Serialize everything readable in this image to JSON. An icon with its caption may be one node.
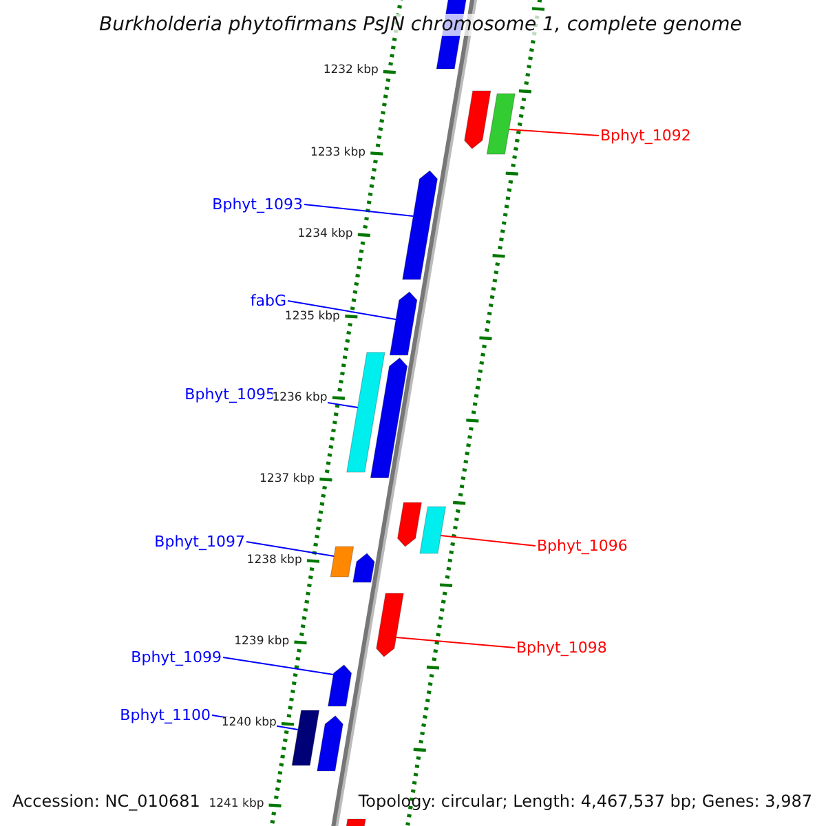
{
  "diagram": {
    "title": "Burkholderia phytofirmans PsJN chromosome 1, complete genome",
    "nodes": [
      {
        "text": [
          "Bphyt_1092"
        ]
      },
      {
        "text": [],
        "shape": "bar"
      },
      {
        "text": [
          "Bphyt_1093"
        ]
      },
      {
        "text": [],
        "shape": "bar"
      },
      {
        "text": [
          "fabG"
        ]
      },
      {
        "text": [],
        "shape": "bar"
      },
      {
        "text": [
          "Bphyt_1095"
        ]
      },
      {
        "text": [],
        "shape": "bar"
      },
      {
        "text": [
          "Bphyt_1097"
        ]
      },
      {
        "text": [],
        "shape": "bar"
      },
      {
        "text": [
          "Bphyt_1096"
        ]
      },
      {
        "text": [],
        "shape": "bar"
      },
      {
        "text": [
          "Bphyt_1098"
        ]
      },
      {
        "text": [],
        "shape": "bar"
      },
      {
        "text": [
          "Bphyt_1099"
        ]
      },
      {
        "text": [],
        "shape": "bar"
      },
      {
        "text": [
          "Bphyt_1100"
        ]
      },
      {
        "text": [],
        "shape": "bar"
      },
      {
        "text": [],
        "shape": "bar"
      },
      {
        "text": [],
        "shape": "bar"
      },
      {
        "text": [],
        "shape": "bar"
      },
      {
        "text": [],
        "shape": "bar"
      },
      {
        "text": [],
        "shape": "bar"
      },
      {
        "text": [],
        "shape": "bar"
      },
      {
        "text": [],
        "shape": "bar"
      }
    ],
    "edges": [
      {
        "from": 0,
        "to": 1,
        "arrow": "none",
        "color": "#ff0000"
      },
      {
        "from": 2,
        "to": 3,
        "arrow": "none"
      },
      {
        "from": 4,
        "to": 5,
        "arrow": "none"
      },
      {
        "from": 6,
        "to": 7,
        "arrow": "none"
      },
      {
        "from": 8,
        "to": 9,
        "arrow": "none"
      },
      {
        "from": 10,
        "to": 11,
        "arrow": "none",
        "color": "#ff0000"
      },
      {
        "from": 12,
        "to": 13,
        "arrow": "none",
        "color": "#ff0000"
      },
      {
        "from": 14,
        "to": 15,
        "arrow": "none"
      },
      {
        "from": 16,
        "to": 17,
        "arrow": "none"
      }
    ],
    "labels": [
      "1232 kbp",
      "1233 kbp",
      "1234 kbp",
      "1235 kbp",
      "1236 kbp",
      "1237 kbp",
      "1238 kbp",
      "1239 kbp",
      "1240 kbp",
      "Accession: NC_010681",
      "1241 kbp",
      "Topology: circular; Length: 4,467,537 bp; Genes: 3,987"
    ]
  }
}
